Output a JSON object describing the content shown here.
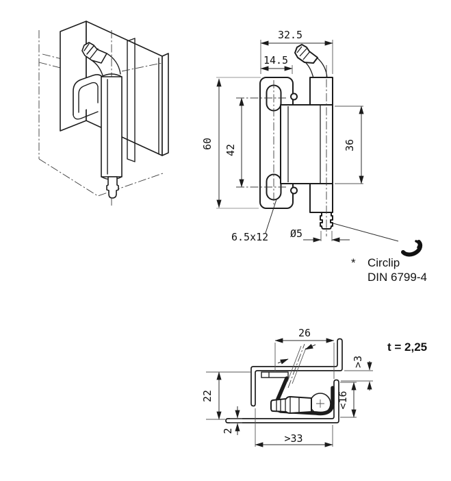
{
  "front_view": {
    "width_total": "32.5",
    "flange_width": "14.5",
    "plate_height": "60",
    "slot_spacing": "42",
    "leaf_height": "36",
    "slot_size": "6.5x12",
    "pin_diameter": "Ø5"
  },
  "note": {
    "marker": "*",
    "line1": "Circlip",
    "line2": "DIN 6799-4"
  },
  "section_view": {
    "depth": "26",
    "height": "22",
    "base_thickness": "2",
    "min_length": ">33",
    "max_inner_height": "<16",
    "min_clearance": ">3",
    "material_thickness": "t = 2,25"
  }
}
